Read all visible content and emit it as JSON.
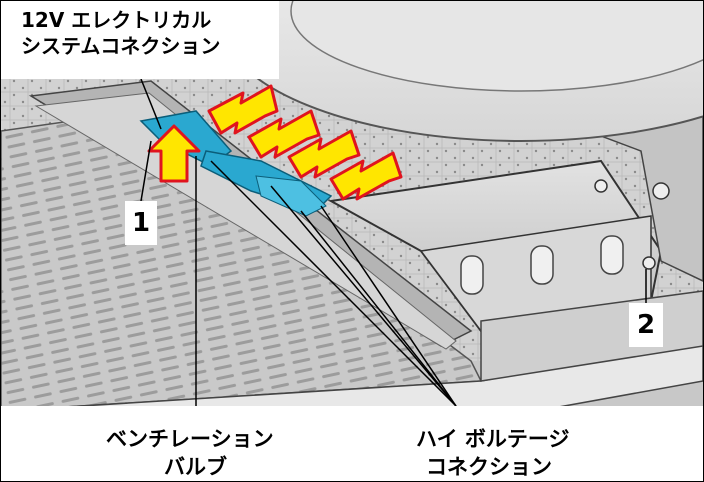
{
  "callouts": {
    "top_left": {
      "line1": "12V エレクトリカル",
      "line2": "システムコネクション"
    },
    "bottom_left": {
      "line1": "ベンチレーション",
      "line2": "バルブ"
    },
    "bottom_right": {
      "line1": "ハイ ボルテージ",
      "line2": "コネクション"
    }
  },
  "markers": {
    "one": "1",
    "two": "2"
  },
  "colors": {
    "arrow_fill": "#ffe600",
    "arrow_outline": "#e0141e",
    "highlight_part": "#2aa8d0"
  }
}
